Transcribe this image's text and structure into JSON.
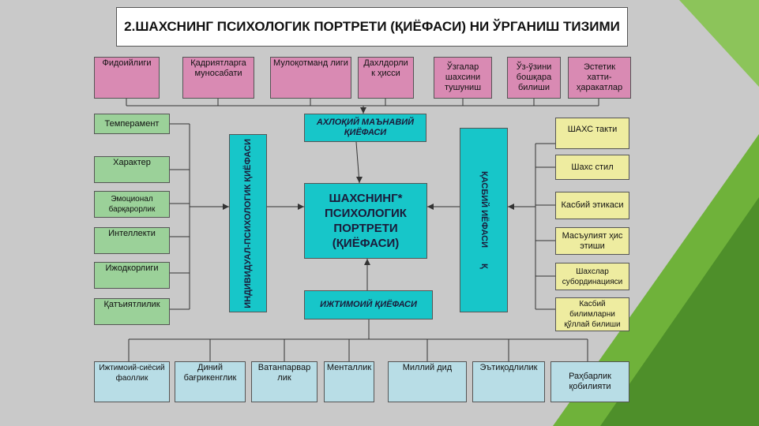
{
  "title": "2.ШАХСНИНГ ПСИХОЛОГИК ПОРТРЕТИ (ҚИЁФАСИ) НИ  ЎРГАНИШ ТИЗИМИ",
  "center": "ШАХСНИНГ* ПСИХОЛОГИК ПОРТРЕТИ (ҚИЁФАСИ)",
  "top_node": "АХЛОҚИЙ МАЪНАВИЙ ҚИЁФАСИ",
  "bottom_node": "ИЖТИМОИЙ ҚИЁФАСИ",
  "left_node": "ИНДИВИДУАЛ-ПСИХОЛОГИК ҚИЁФАСИ",
  "right_node": "ҚАСБИЙ   ИЁФАСИ",
  "right_node_extra": "Қ",
  "top_items": [
    "Фидоийлиги",
    "Қадриятларга муносабати",
    "Мулоқотманд лиги",
    "Дахлдорли к ҳисси",
    "Ўзгалар шахсини тушуниш",
    "Ўз-ўзини бошқара билиши",
    "Эстетик хатти-ҳаракатлар"
  ],
  "left_items": [
    "Темперамент",
    "Характер",
    "Эмоционал барқарорлик",
    "Интеллекти",
    "Ижодкорлиги",
    "Қатъиятлилик"
  ],
  "right_items": [
    "ШАХС такти",
    "Шахс стил",
    "Касбий этикаси",
    "Масъулият ҳис этиши",
    "Шахслар субординацияси",
    "Касбий билимларни қўллай билиши"
  ],
  "bottom_items": [
    "Ижтимоий-сиёсий фаоллик",
    "Диний бағрикенглик",
    "Ватанпарвар лик",
    "Менталлик",
    "Миллий дид",
    "Эътиқодлилик",
    "Раҳбарлик қобилияти"
  ],
  "colors": {
    "top_items": "#d98ab3",
    "left_items": "#9bd199",
    "right_items": "#eeeca0",
    "bottom_items": "#b8dde6",
    "nodes": "#17c6c9",
    "background_accent": "#6fb23a"
  }
}
